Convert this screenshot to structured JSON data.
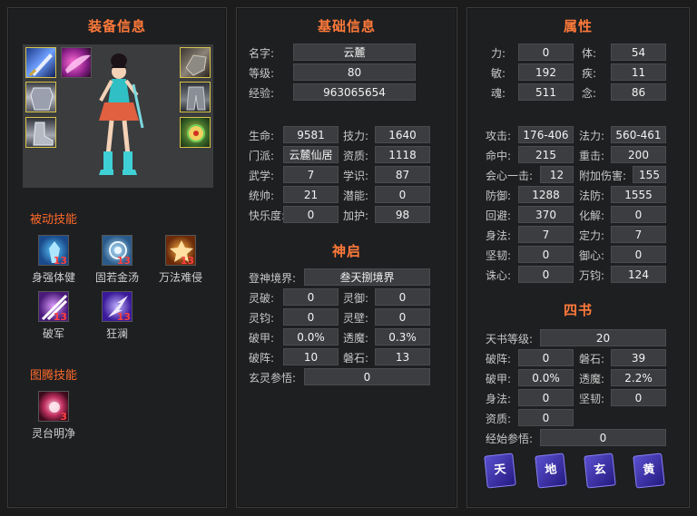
{
  "equip": {
    "title": "装备信息",
    "passive_title": "被动技能",
    "totem_title": "图腾技能",
    "passive": [
      {
        "name": "身强体健",
        "level": "13"
      },
      {
        "name": "固若金汤",
        "level": "13"
      },
      {
        "name": "万法难侵",
        "level": "13"
      },
      {
        "name": "破军",
        "level": "13"
      },
      {
        "name": "狂澜",
        "level": "13"
      }
    ],
    "totem": [
      {
        "name": "灵台明净",
        "level": "3"
      }
    ]
  },
  "basic": {
    "title": "基础信息",
    "name_label": "名字:",
    "name": "云麓",
    "level_label": "等级:",
    "level": "80",
    "exp_label": "经验:",
    "exp": "963065654",
    "stats": [
      {
        "l1": "生命:",
        "v1": "9581",
        "l2": "技力:",
        "v2": "1640"
      },
      {
        "l1": "门派:",
        "v1": "云麓仙居",
        "l2": "资质:",
        "v2": "1118"
      },
      {
        "l1": "武学:",
        "v1": "7",
        "l2": "学识:",
        "v2": "87"
      },
      {
        "l1": "统帅:",
        "v1": "21",
        "l2": "潜能:",
        "v2": "0"
      },
      {
        "l1": "快乐度:",
        "v1": "0",
        "l2": "加护:",
        "v2": "98"
      }
    ],
    "shenqi_title": "神启",
    "realm_label": "登神境界:",
    "realm": "叁天捌境界",
    "shenqi": [
      {
        "l1": "灵破:",
        "v1": "0",
        "l2": "灵御:",
        "v2": "0"
      },
      {
        "l1": "灵钧:",
        "v1": "0",
        "l2": "灵壁:",
        "v2": "0"
      },
      {
        "l1": "破甲:",
        "v1": "0.0%",
        "l2": "透魔:",
        "v2": "0.3%"
      },
      {
        "l1": "破阵:",
        "v1": "10",
        "l2": "磐石:",
        "v2": "13"
      }
    ],
    "xuanling_label": "玄灵参悟:",
    "xuanling": "0"
  },
  "attr": {
    "title": "属性",
    "primary": [
      {
        "l1": "力:",
        "v1": "0",
        "l2": "体:",
        "v2": "54"
      },
      {
        "l1": "敏:",
        "v1": "192",
        "l2": "疾:",
        "v2": "11"
      },
      {
        "l1": "魂:",
        "v1": "511",
        "l2": "念:",
        "v2": "86"
      }
    ],
    "combat": [
      {
        "l1": "攻击:",
        "v1": "176-406",
        "l2": "法力:",
        "v2": "560-461"
      },
      {
        "l1": "命中:",
        "v1": "215",
        "l2": "重击:",
        "v2": "200"
      },
      {
        "l1": "会心一击:",
        "v1": "12",
        "l2": "附加伤害:",
        "v2": "155"
      },
      {
        "l1": "防御:",
        "v1": "1288",
        "l2": "法防:",
        "v2": "1555"
      },
      {
        "l1": "回避:",
        "v1": "370",
        "l2": "化解:",
        "v2": "0"
      },
      {
        "l1": "身法:",
        "v1": "7",
        "l2": "定力:",
        "v2": "7"
      },
      {
        "l1": "坚韧:",
        "v1": "0",
        "l2": "御心:",
        "v2": "0"
      },
      {
        "l1": "诛心:",
        "v1": "0",
        "l2": "万钧:",
        "v2": "124"
      }
    ],
    "sishu_title": "四书",
    "tianshu_label": "天书等级:",
    "tianshu": "20",
    "sishu": [
      {
        "l1": "破阵:",
        "v1": "0",
        "l2": "磐石:",
        "v2": "39"
      },
      {
        "l1": "破甲:",
        "v1": "0.0%",
        "l2": "透魔:",
        "v2": "2.2%"
      },
      {
        "l1": "身法:",
        "v1": "0",
        "l2": "坚韧:",
        "v2": "0"
      }
    ],
    "zizhi_label": "资质:",
    "zizhi": "0",
    "jingshi_label": "经始参悟:",
    "jingshi": "0",
    "books": [
      "天",
      "地",
      "玄",
      "黄"
    ]
  }
}
